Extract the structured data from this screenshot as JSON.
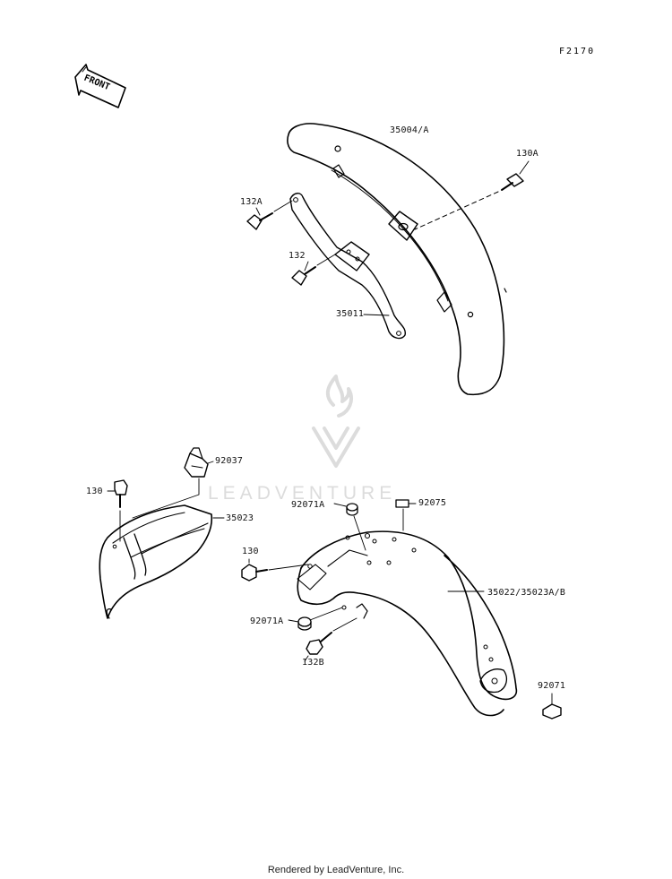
{
  "figure_code": "F2170",
  "front_label": "FRONT",
  "watermark": {
    "text": "LEADVENTURE",
    "icon": "leadventure-logo-icon"
  },
  "footer": "Rendered by LeadVenture, Inc.",
  "callouts": {
    "p35004": "35004/A",
    "p130A": "130A",
    "p132A": "132A",
    "p132": "132",
    "p35011": "35011",
    "p92037": "92037",
    "p130_left": "130",
    "p35023": "35023",
    "p92071A_top": "92071A",
    "p92075": "92075",
    "p130_rear": "130",
    "p35022": "35022/35023A/B",
    "p92071A_mid": "92071A",
    "p132B": "132B",
    "p92071": "92071"
  },
  "colors": {
    "line": "#000000",
    "watermark": "#dcdcdc"
  }
}
